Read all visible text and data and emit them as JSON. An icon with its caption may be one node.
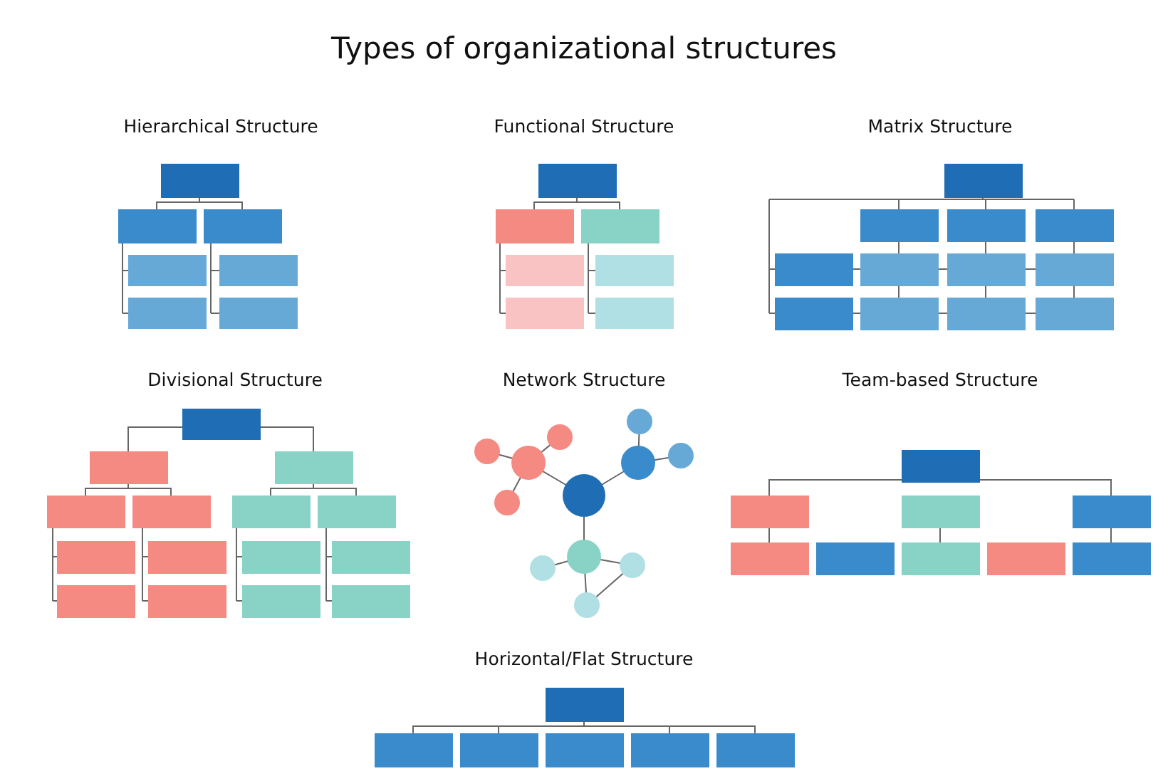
{
  "diagram": {
    "title": "Types of organizational structures",
    "labels": [
      "Hierarchical Structure",
      "Functional Structure",
      "Matrix Structure",
      "Divisional Structure",
      "Network Structure",
      "Team-based Structure",
      "Horizontal/Flat Structure"
    ]
  }
}
